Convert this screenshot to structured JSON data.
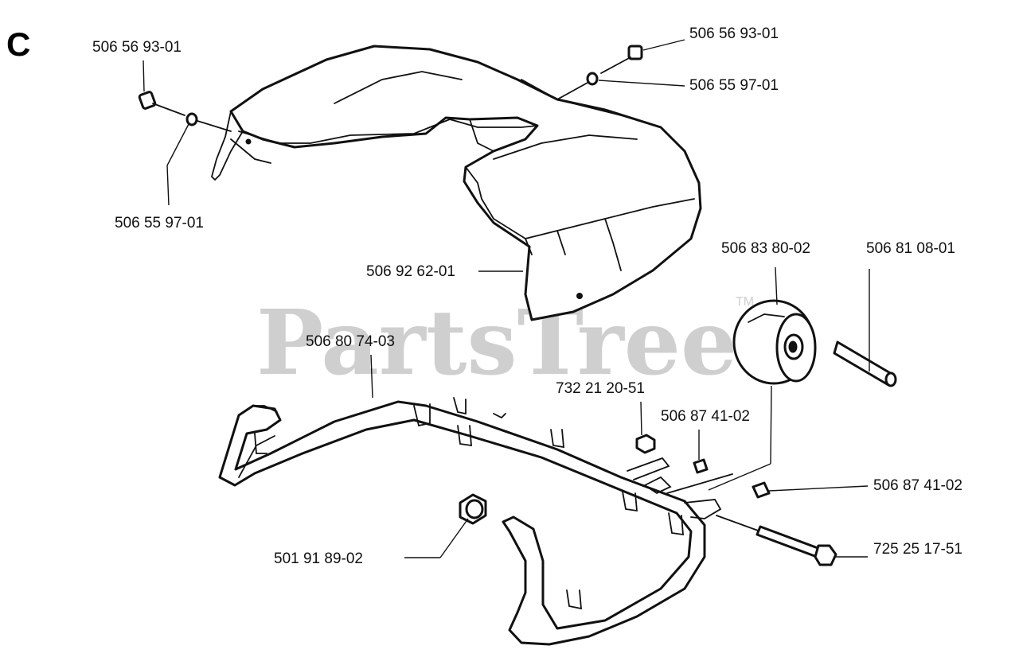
{
  "diagram": {
    "section_letter": "C",
    "watermark": {
      "text": "PartsTree",
      "trademark": "TM"
    },
    "labels": {
      "nut_left": "506 56 93-01",
      "washer_left": "506 55 97-01",
      "nut_right": "506 56 93-01",
      "washer_right": "506 55 97-01",
      "guard": "506 92 62-01",
      "wheel": "506 83 80-02",
      "axle": "506 81 08-01",
      "frame": "506 80 74-03",
      "locknut": "732 21 20-51",
      "spacer_upper": "506 87 41-02",
      "spacer_right": "506 87 41-02",
      "bolt": "725 25 17-51",
      "bushing": "501 91 89-02"
    }
  }
}
